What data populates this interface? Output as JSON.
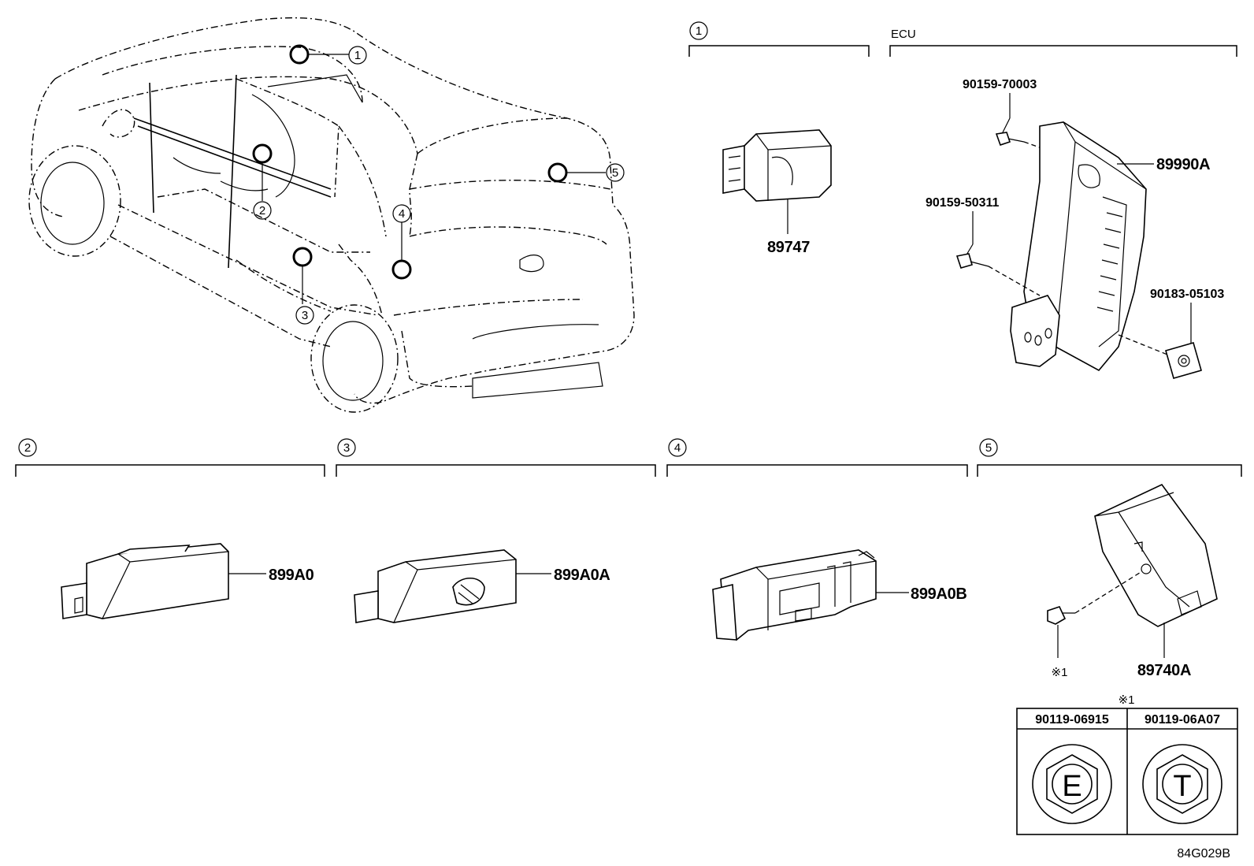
{
  "callouts": {
    "c1": "1",
    "c2": "2",
    "c3": "3",
    "c4": "4",
    "c5": "5"
  },
  "sections": {
    "ecu_title": "ECU"
  },
  "parts": {
    "p89747": "89747",
    "p90159_70003": "90159-70003",
    "p89990A": "89990A",
    "p90159_50311": "90159-50311",
    "p90183_05103": "90183-05103",
    "p899A0": "899A0",
    "p899A0A": "899A0A",
    "p899A0B": "899A0B",
    "p89740A": "89740A",
    "note_ref": "※1"
  },
  "bolt_table": {
    "title": "※1",
    "col1_header": "90119-06915",
    "col2_header": "90119-06A07",
    "col1_mark": "E",
    "col2_mark": "T"
  },
  "diagram_code": "84G029B"
}
